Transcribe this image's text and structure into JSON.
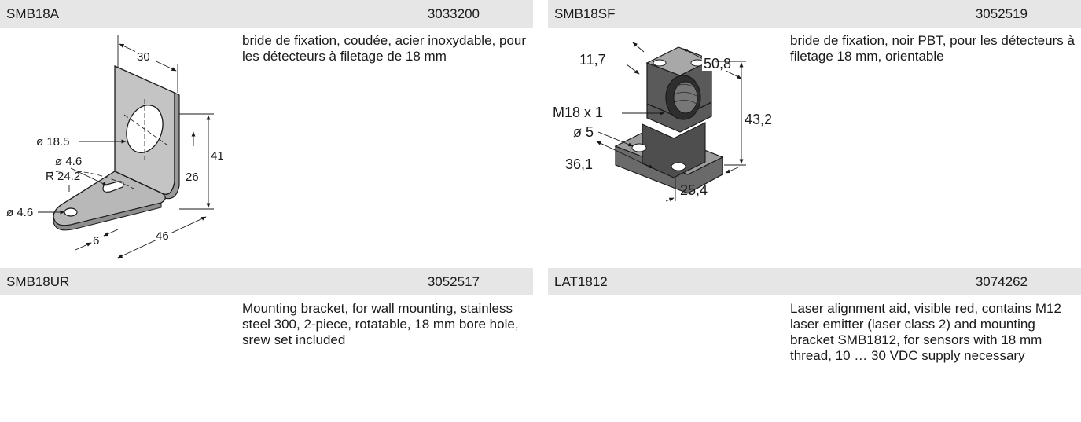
{
  "products": [
    {
      "name": "SMB18A",
      "number": "3033200",
      "description": "bride de fixation, coudée, acier inoxydable, pour les détecteurs à filetage de 18 mm",
      "dimensions": {
        "width": "30",
        "hole_diameter": "ø 18.5",
        "slot_diameter": "ø 4.6",
        "slot_radius": "R 24.2",
        "height_total": "41",
        "height_hole": "26",
        "foot_hole": "ø 4.6",
        "foot_offset": "6",
        "length": "46"
      }
    },
    {
      "name": "SMB18SF",
      "number": "3052519",
      "description": "bride de fixation, noir PBT, pour les détecteurs à filetage 18 mm, orientable",
      "dimensions": {
        "top_depth": "11,7",
        "top_width": "50,8",
        "thread": "M18 x 1",
        "hole": "ø 5",
        "height": "43,2",
        "base_depth": "36,1",
        "base_width": "25,4"
      }
    },
    {
      "name": "SMB18UR",
      "number": "3052517",
      "description": "Mounting bracket, for wall mounting, stainless steel 300, 2-piece, rotatable, 18 mm bore hole, srew set included"
    },
    {
      "name": "LAT1812",
      "number": "3074262",
      "description": "Laser alignment aid, visible red, contains M12 laser emitter (laser class 2) and mounting bracket SMB1812, for sensors with 18 mm thread, 10 … 30 VDC supply necessary"
    }
  ]
}
